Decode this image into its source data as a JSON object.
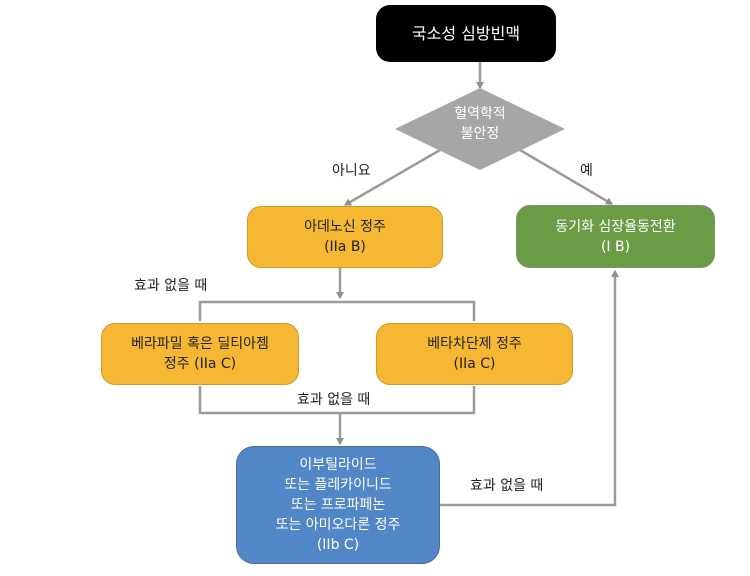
{
  "diagram": {
    "start": "국소성 심방빈맥",
    "decision": [
      "혈역학적",
      "불안정"
    ],
    "edge_labels": {
      "no": "아니요",
      "yes": "예",
      "no_effect_1": "효과 없을 때",
      "no_effect_2": "효과 없을 때",
      "no_effect_3": "효과 없을 때"
    },
    "adenosine": [
      "아데노신 정주",
      "(IIa B)"
    ],
    "cardioversion": [
      "동기화 심장율동전환",
      "(I B)"
    ],
    "verapamil": [
      "베라파밀 혹은 딜티아젬",
      "정주 (IIa C)"
    ],
    "betablocker": [
      "베타차단제 정주",
      "(IIa C)"
    ],
    "antiarrhythmic": [
      "이부틸라이드",
      "또는 플레카이니드",
      "또는 프로파페논",
      "또는 아미오다론 정주",
      "(IIb C)"
    ],
    "colors": {
      "start": "#000000",
      "decision": "#a6a6a6",
      "orange": "#f6b733",
      "green": "#6b9c45",
      "blue": "#5187c6",
      "line": "#9a9a9a"
    }
  }
}
